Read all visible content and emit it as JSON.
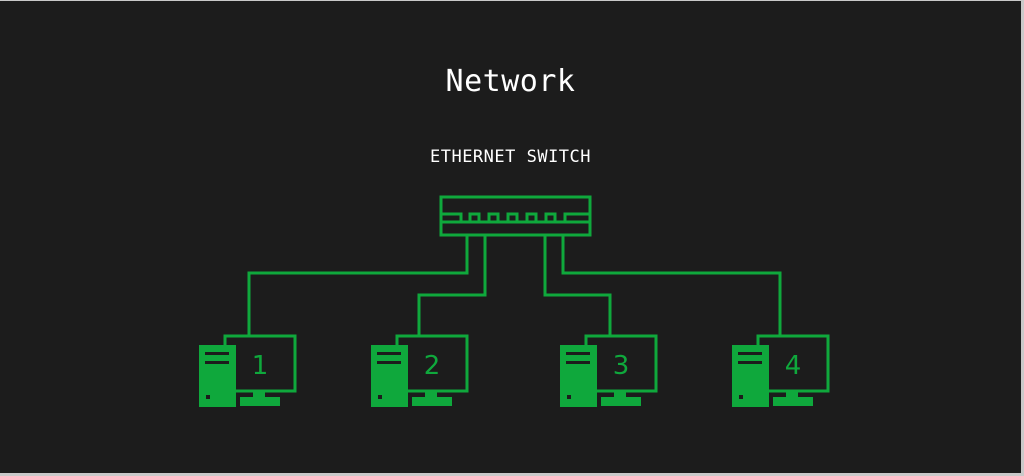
{
  "title": "Network",
  "switch_label": "ETHERNET SWITCH",
  "colors": {
    "background": "#1c1c1c",
    "accent": "#0fa83c",
    "text": "#ffffff"
  },
  "computers": [
    {
      "label": "1"
    },
    {
      "label": "2"
    },
    {
      "label": "3"
    },
    {
      "label": "4"
    }
  ]
}
